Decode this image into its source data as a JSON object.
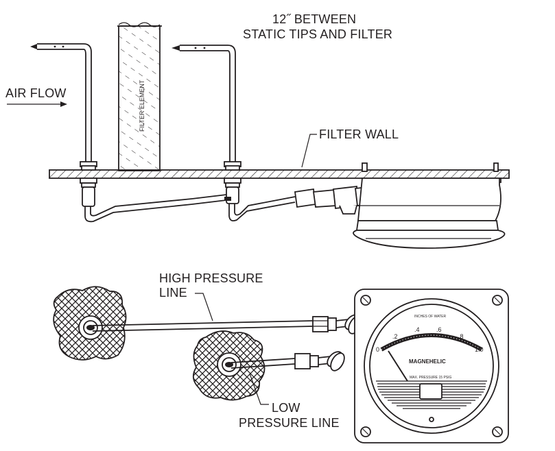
{
  "labels": {
    "distance_line1": "12˝ BETWEEN",
    "distance_line2": "STATIC TIPS AND FILTER",
    "air_flow": "AIR FLOW",
    "filter_element": "FILTER ELEMENT",
    "filter_wall": "FILTER WALL",
    "high_pressure_line1": "HIGH PRESSURE",
    "high_pressure_line2": "LINE",
    "low_pressure_line1": "LOW",
    "low_pressure_line2": "PRESSURE LINE"
  },
  "gauge": {
    "brand": "MAGNEHELIC",
    "units": "INCHES OF WATER",
    "scale_labels": [
      "0",
      ".2",
      ".4",
      ".6",
      ".8",
      "1.0"
    ],
    "scale_range": [
      0,
      1.0
    ],
    "pointer_value": 0,
    "max_pressure_note": "MAX. PRESSURE 15 PSIG"
  },
  "colors": {
    "ink": "#231f20",
    "background": "#ffffff"
  }
}
